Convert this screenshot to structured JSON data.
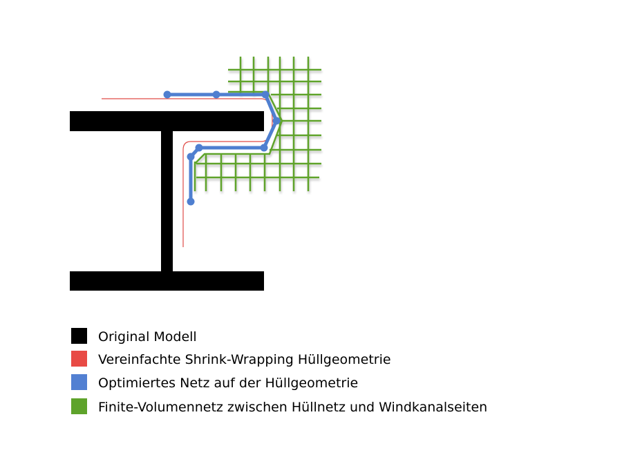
{
  "diagram": {
    "subject": "I-beam cross section meshing process",
    "colors": {
      "original": "#000000",
      "shrinkwrap": "#e04b46",
      "surface_mesh": "#4f7fd0",
      "volume_mesh": "#5aa02c"
    }
  },
  "legend": {
    "items": [
      {
        "label": "Original Modell",
        "color": "#000000"
      },
      {
        "label": "Vereinfachte Shrink-Wrapping Hüllgeometrie",
        "color": "#e84a45"
      },
      {
        "label": "Optimiertes Netz auf der Hüllgeometrie",
        "color": "#5280d2"
      },
      {
        "label": "Finite-Volumennetz zwischen Hüllnetz und Windkanalseiten",
        "color": "#5ea32b"
      }
    ]
  }
}
